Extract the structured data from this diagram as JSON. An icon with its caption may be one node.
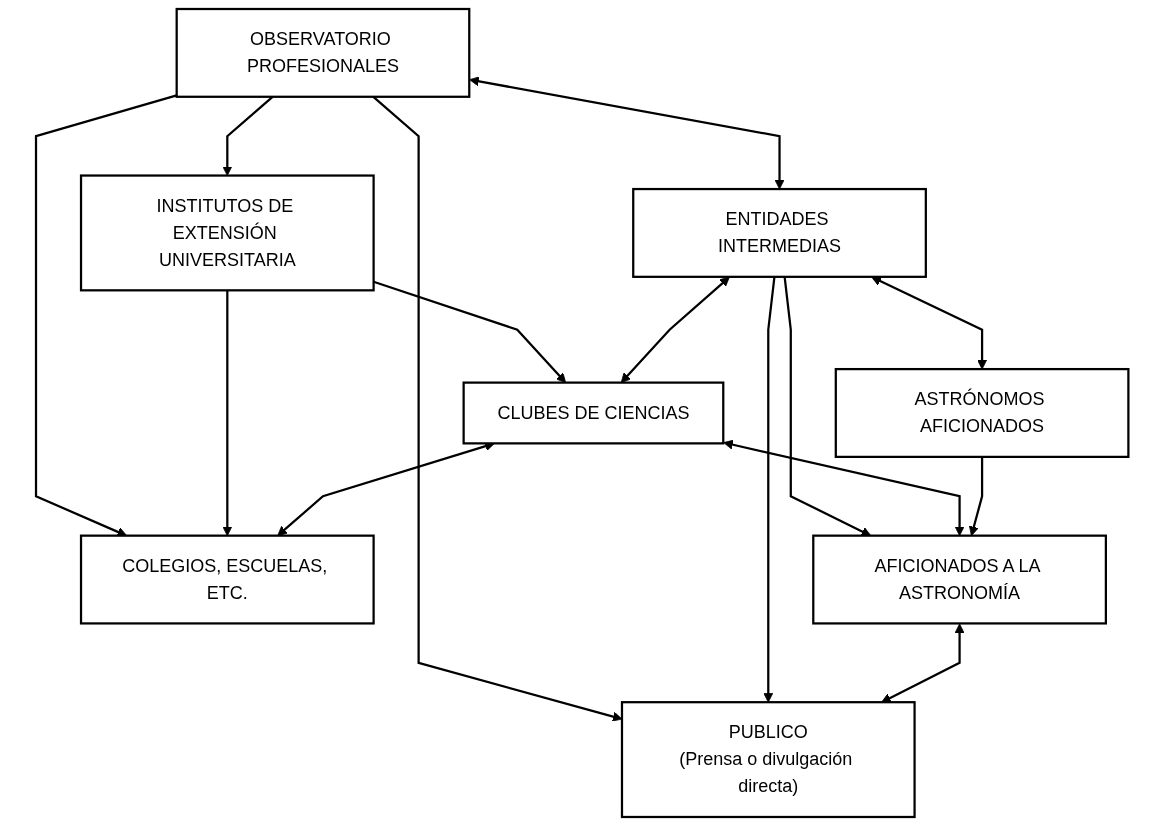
{
  "diagram": {
    "nodes": [
      {
        "text": [
          "OBSERVATORIO PROFESIONALES"
        ]
      },
      {
        "text": [
          "INSTITUTOS DE EXTENSIÓN UNIVERSITARIA"
        ]
      },
      {
        "text": [
          "ENTIDADES INTERMEDIAS"
        ]
      },
      {
        "text": [
          "CLUBES DE CIENCIAS"
        ]
      },
      {
        "text": [
          "COLEGIOS, ESCUELAS, ETC."
        ]
      },
      {
        "text": [
          "ASTRÓNOMOS AFICIONADOS"
        ]
      },
      {
        "text": [
          "AFICIONADOS A LA ASTRONOMÍA"
        ]
      },
      {
        "text": [
          "PUBLICO",
          "(Prensa o divulgación directa)"
        ]
      }
    ],
    "edges": [
      {
        "from": 0,
        "to": 1,
        "arrow": "to"
      },
      {
        "from": 0,
        "to": 4,
        "arrow": "to"
      },
      {
        "from": 0,
        "to": 7,
        "arrow": "to"
      },
      {
        "from": 0,
        "to": 2,
        "arrow": "both"
      },
      {
        "from": 1,
        "to": 3,
        "arrow": "to"
      },
      {
        "from": 1,
        "to": 4,
        "arrow": "to"
      },
      {
        "from": 2,
        "to": 3,
        "arrow": "both"
      },
      {
        "from": 2,
        "to": 7,
        "arrow": "to"
      },
      {
        "from": 2,
        "to": 6,
        "arrow": "to"
      },
      {
        "from": 3,
        "to": 4,
        "arrow": "both"
      },
      {
        "from": 2,
        "to": 5,
        "arrow": "both"
      },
      {
        "from": 3,
        "to": 6,
        "arrow": "both"
      },
      {
        "from": 5,
        "to": 6,
        "arrow": "to"
      },
      {
        "from": 6,
        "to": 7,
        "arrow": "both"
      }
    ]
  }
}
